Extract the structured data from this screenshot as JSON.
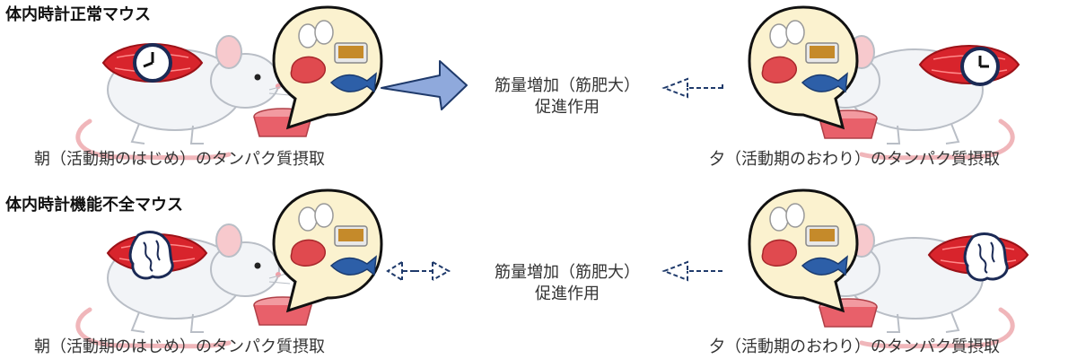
{
  "rows": [
    {
      "title": "体内時計正常マウス",
      "caption_left": "朝（活動期のはじめ）のタンパク質摂取",
      "caption_right": "夕（活動期のおわり）のタンパク質摂取",
      "effect_line1": "筋量増加（筋肥大）",
      "effect_line2": "促進作用",
      "muscle_indicator": "clock-icon",
      "left_arrow": "solid-arrow",
      "right_arrow": "dashed-arrow"
    },
    {
      "title": "体内時計機能不全マウス",
      "caption_left": "朝（活動期のはじめ）のタンパク質摂取",
      "caption_right": "夕（活動期のおわり）のタンパク質摂取",
      "effect_line1": "筋量増加（筋肥大）",
      "effect_line2": "促進作用",
      "muscle_indicator": "broken-clock-icon",
      "left_arrow": "dashed-double-arrow",
      "right_arrow": "dashed-arrow"
    }
  ],
  "colors": {
    "muscle": "#d8242c",
    "solid_arrow": "#8fa9dc",
    "dashed_arrow": "#1f3a6b",
    "bubble": "#fbf2cf",
    "bowl": "#e8606a",
    "mouse_body": "#f2f4f7",
    "fish": "#2d5fa8",
    "meat": "#e04a4f"
  }
}
